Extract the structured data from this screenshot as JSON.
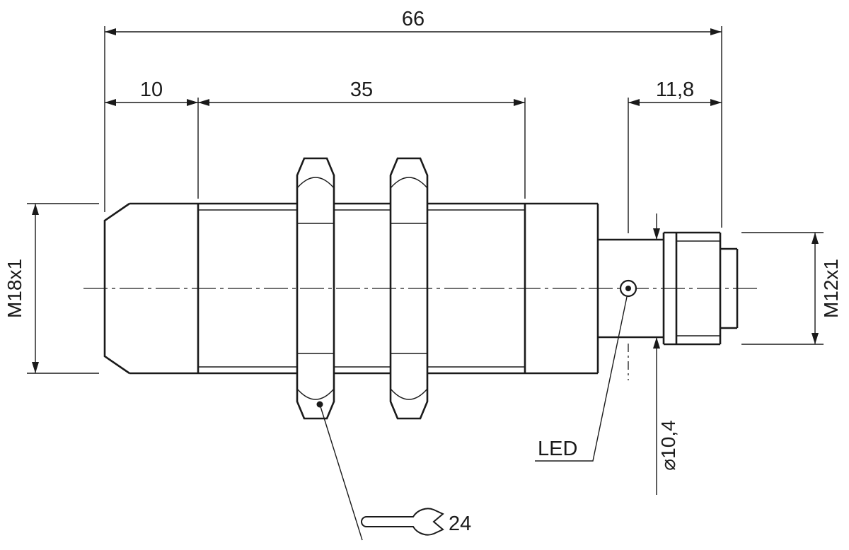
{
  "drawing": {
    "background": "#ffffff",
    "line_color": "#1a1a1a"
  },
  "dimensions": {
    "overall_length": {
      "label": "66"
    },
    "head_length": {
      "label": "10"
    },
    "thread_length": {
      "label": "35"
    },
    "connector_length": {
      "label": "11,8"
    },
    "body_thread": {
      "label": "M18x1"
    },
    "connector_thread": {
      "label": "M12x1"
    },
    "rear_diameter": {
      "label": "⌀10,4"
    },
    "wrench_size": {
      "label": "24"
    }
  },
  "callouts": {
    "led_label": "LED"
  },
  "icons": {
    "wrench": "open-end-wrench-icon",
    "led": "led-indicator-icon"
  }
}
